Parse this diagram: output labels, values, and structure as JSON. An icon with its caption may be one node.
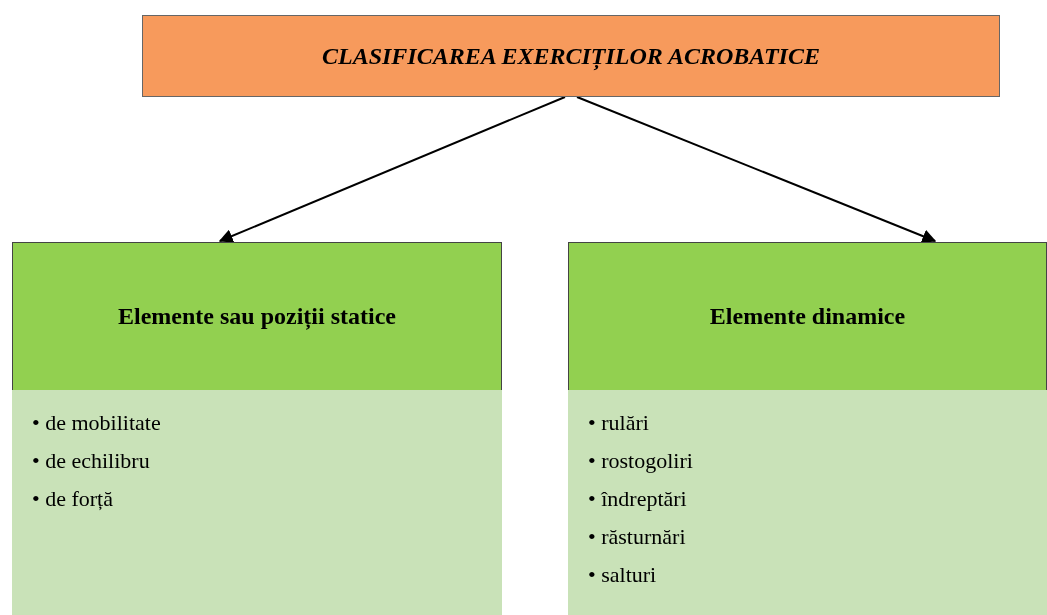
{
  "diagram": {
    "nodes": [
      {
        "text": [
          "CLASIFICAREA EXERCIȚILOR ACROBATICE"
        ]
      },
      {
        "text": [
          "Elemente sau poziții statice"
        ]
      },
      {
        "text": [
          "• de mobilitate",
          "• de echilibru",
          "• de forță"
        ]
      },
      {
        "text": [
          "Elemente dinamice"
        ]
      },
      {
        "text": [
          "• rulări",
          "• rostogoliri",
          "• îndreptări",
          "• răsturnări",
          "• salturi"
        ]
      }
    ],
    "edges": [
      {
        "from": 0,
        "to": 1,
        "arrow": "to"
      },
      {
        "from": 0,
        "to": 3,
        "arrow": "to"
      }
    ]
  }
}
